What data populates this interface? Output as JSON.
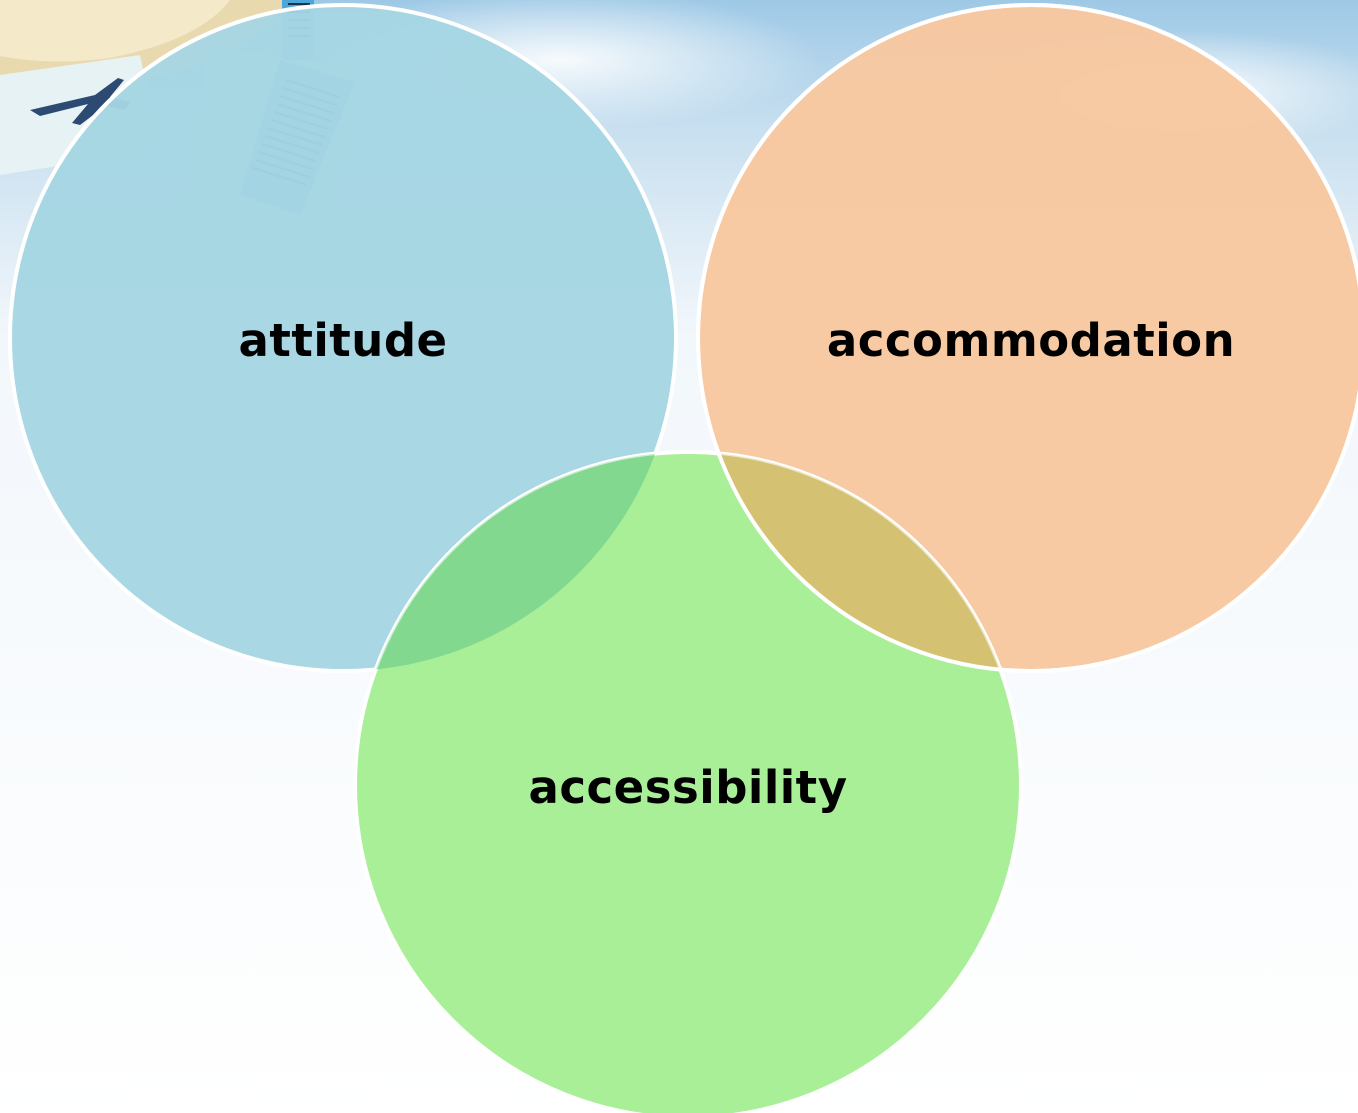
{
  "diagram": {
    "type": "venn",
    "circles": [
      {
        "id": "attitude",
        "label": "attitude",
        "color": "#a6d5e3"
      },
      {
        "id": "accommodation",
        "label": "accommodation",
        "color": "#f8c89f"
      },
      {
        "id": "accessibility",
        "label": "accessibility",
        "color": "#a6ee94"
      }
    ],
    "overlap_colors": {
      "attitude_accessibility": "#82d88f",
      "accommodation_accessibility": "#d4c172"
    },
    "outline_color": "#ffffff"
  },
  "background": {
    "sky_color": "#cfe3f1",
    "illustration": "travel-tickets-airplane"
  }
}
